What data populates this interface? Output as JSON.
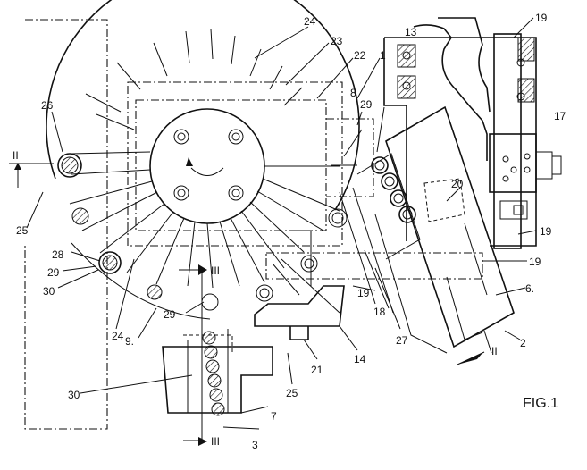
{
  "figure": {
    "caption": "FIG.1",
    "section_marks": {
      "ii_left": "II",
      "ii_right": "II",
      "iii_top": "III",
      "iii_bottom": "III"
    },
    "reference_numerals": {
      "n1": "1",
      "n2": "2",
      "n3": "3",
      "n6": "6.",
      "n7": "7",
      "n8": "8",
      "n9": "9.",
      "n13": "13",
      "n14": "14",
      "n17": "17",
      "n18": "18",
      "n19": "19",
      "n20": "20",
      "n21": "21",
      "n22": "22",
      "n23": "23",
      "n24": "24",
      "n25": "25",
      "n26": "26",
      "n27": "27",
      "n28": "28",
      "n29": "29",
      "n30": "30"
    }
  }
}
